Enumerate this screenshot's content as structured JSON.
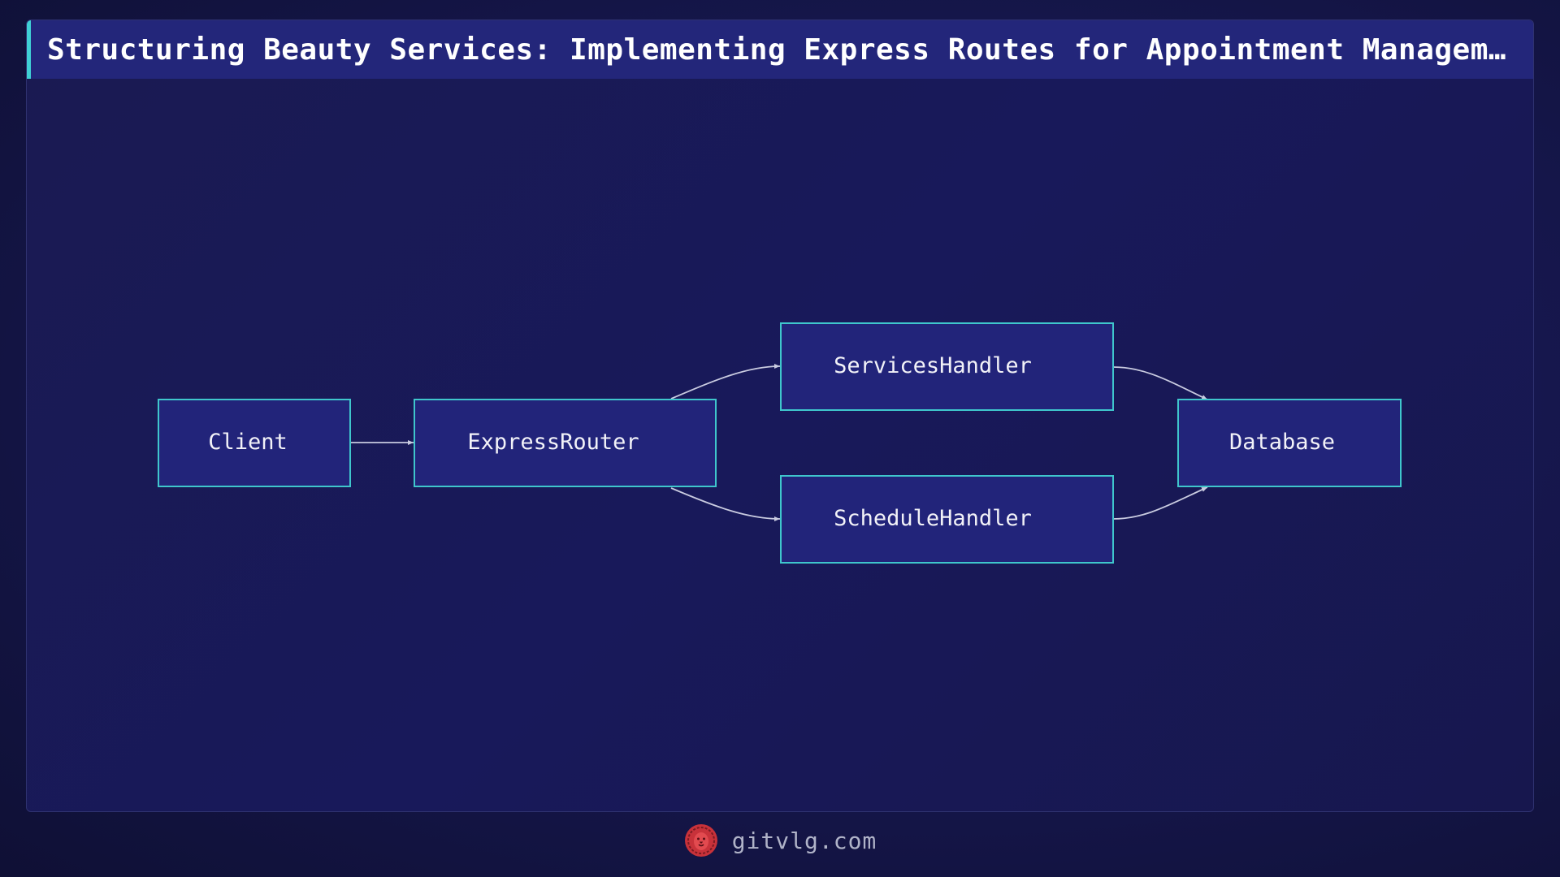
{
  "title": "Structuring Beauty Services: Implementing Express Routes for Appointment Management",
  "diagram": {
    "nodes": [
      {
        "id": "client",
        "label": "Client"
      },
      {
        "id": "router",
        "label": "ExpressRouter"
      },
      {
        "id": "services",
        "label": "ServicesHandler"
      },
      {
        "id": "schedule",
        "label": "ScheduleHandler"
      },
      {
        "id": "database",
        "label": "Database"
      }
    ],
    "edges": [
      {
        "from": "client",
        "to": "router"
      },
      {
        "from": "router",
        "to": "services"
      },
      {
        "from": "router",
        "to": "schedule"
      },
      {
        "from": "services",
        "to": "database"
      },
      {
        "from": "schedule",
        "to": "database"
      }
    ],
    "colors": {
      "node_fill": "#22247a",
      "node_stroke": "#3fc6cc",
      "edge": "#c9cbe0",
      "accent": "#3fd0d4"
    }
  },
  "footer": {
    "site": "gitvlg.com",
    "logo_icon": "lion-head-icon"
  }
}
